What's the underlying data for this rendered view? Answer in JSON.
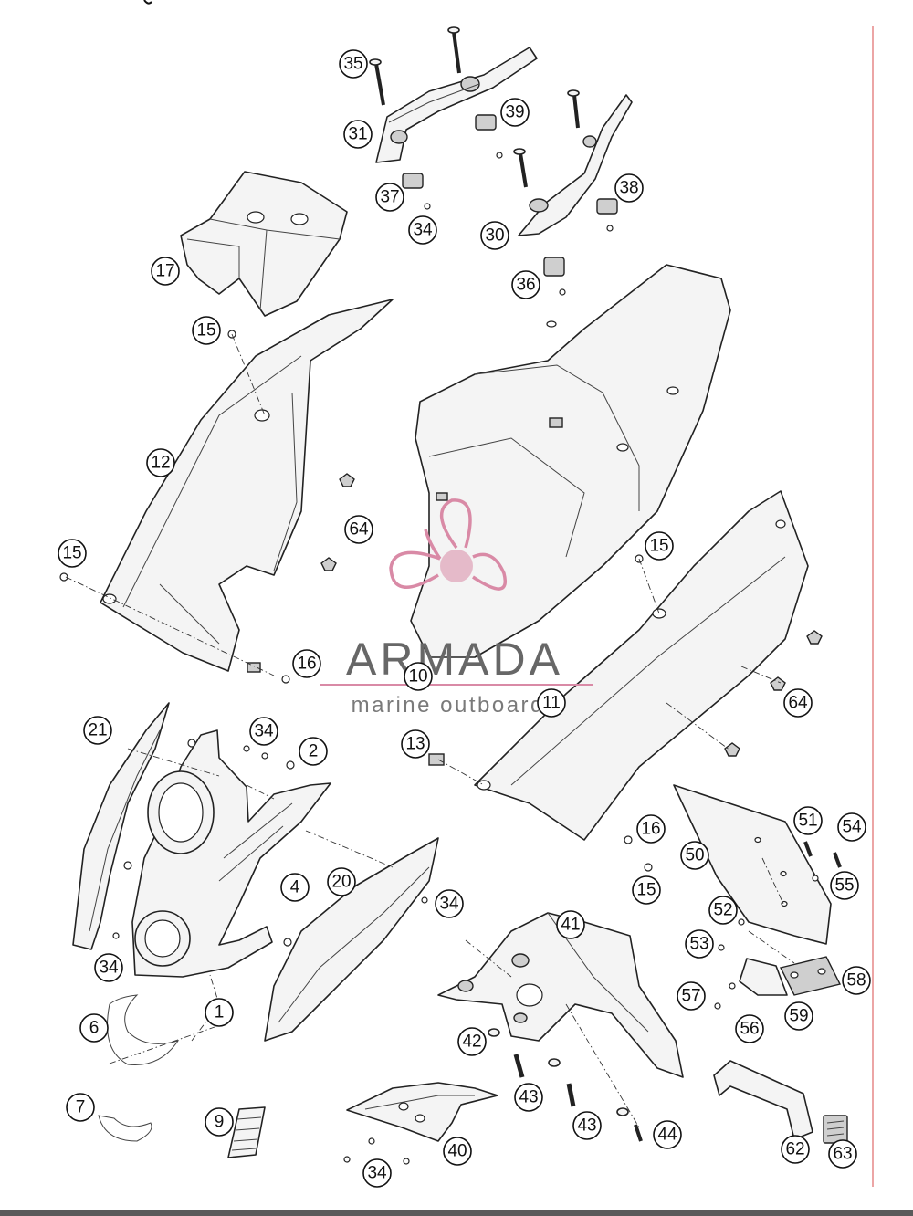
{
  "watermark": {
    "name": "ARMADA",
    "tagline": "marine outboards"
  },
  "callouts": [
    {
      "id": "c35",
      "label": "35"
    },
    {
      "id": "c31",
      "label": "31"
    },
    {
      "id": "c39",
      "label": "39"
    },
    {
      "id": "c37",
      "label": "37"
    },
    {
      "id": "c34a",
      "label": "34"
    },
    {
      "id": "c38",
      "label": "38"
    },
    {
      "id": "c30",
      "label": "30"
    },
    {
      "id": "c17",
      "label": "17"
    },
    {
      "id": "c36",
      "label": "36"
    },
    {
      "id": "c15a",
      "label": "15"
    },
    {
      "id": "c12",
      "label": "12"
    },
    {
      "id": "c64a",
      "label": "64"
    },
    {
      "id": "c15b",
      "label": "15"
    },
    {
      "id": "c16a",
      "label": "16"
    },
    {
      "id": "c10",
      "label": "10"
    },
    {
      "id": "c15c",
      "label": "15"
    },
    {
      "id": "c11",
      "label": "11"
    },
    {
      "id": "c64b",
      "label": "64"
    },
    {
      "id": "c21",
      "label": "21"
    },
    {
      "id": "c34b",
      "label": "34"
    },
    {
      "id": "c2",
      "label": "2"
    },
    {
      "id": "c13",
      "label": "13"
    },
    {
      "id": "c16b",
      "label": "16"
    },
    {
      "id": "c51",
      "label": "51"
    },
    {
      "id": "c54",
      "label": "54"
    },
    {
      "id": "c50",
      "label": "50"
    },
    {
      "id": "c15d",
      "label": "15"
    },
    {
      "id": "c55",
      "label": "55"
    },
    {
      "id": "c4",
      "label": "4"
    },
    {
      "id": "c20",
      "label": "20"
    },
    {
      "id": "c34c",
      "label": "34"
    },
    {
      "id": "c52",
      "label": "52"
    },
    {
      "id": "c41",
      "label": "41"
    },
    {
      "id": "c53",
      "label": "53"
    },
    {
      "id": "c34d",
      "label": "34"
    },
    {
      "id": "c58",
      "label": "58"
    },
    {
      "id": "c57",
      "label": "57"
    },
    {
      "id": "c6",
      "label": "6"
    },
    {
      "id": "c1",
      "label": "1"
    },
    {
      "id": "c59",
      "label": "59"
    },
    {
      "id": "c56",
      "label": "56"
    },
    {
      "id": "c42",
      "label": "42"
    },
    {
      "id": "c43a",
      "label": "43"
    },
    {
      "id": "c43b",
      "label": "43"
    },
    {
      "id": "c44",
      "label": "44"
    },
    {
      "id": "c7",
      "label": "7"
    },
    {
      "id": "c9",
      "label": "9"
    },
    {
      "id": "c40",
      "label": "40"
    },
    {
      "id": "c34e",
      "label": "34"
    },
    {
      "id": "c62",
      "label": "62"
    },
    {
      "id": "c63",
      "label": "63"
    }
  ]
}
